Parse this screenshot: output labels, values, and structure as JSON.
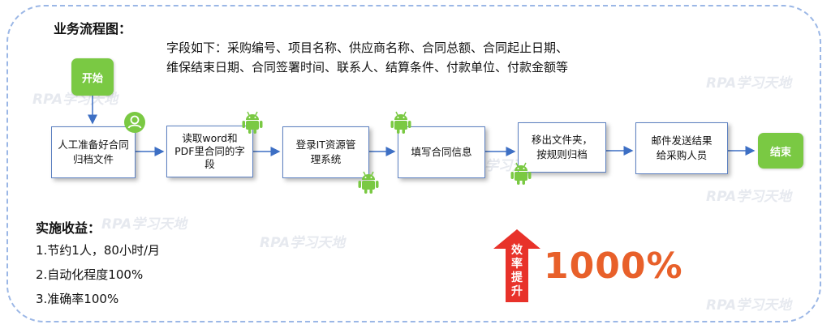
{
  "section_title": "业务流程图：",
  "fields_text": {
    "line1": "字段如下：采购编号、项目名称、供应商名称、合同总额、合同起止日期、",
    "line2": "维保结束日期、合同签署时间、联系人、结算条件、付款单位、付款金额等"
  },
  "flow": {
    "start": "开始",
    "end": "结束",
    "steps": [
      {
        "line1": "人工准备好合同",
        "line2": "归档文件"
      },
      {
        "line1": "读取word和",
        "line2": "PDF里合同的字",
        "line3": "段"
      },
      {
        "line1": "登录IT资源管",
        "line2": "理系统"
      },
      {
        "line1": "填写合同信息"
      },
      {
        "line1": "移出文件夹，",
        "line2": "按规则归档"
      },
      {
        "line1": "邮件发送结果",
        "line2": "给采购人员"
      }
    ]
  },
  "benefits": {
    "title": "实施收益：",
    "items": [
      "1.节约1人，80小时/月",
      "2.自动化程度100%",
      "3.准确率100%"
    ]
  },
  "efficiency": {
    "arrow_label": [
      "效",
      "率",
      "提",
      "升"
    ],
    "value": "1000%"
  },
  "watermark": "RPA学习天地",
  "colors": {
    "arrow_red": "#e8322a",
    "terminal_green": "#7ac943",
    "box_border": "#5b7fc0",
    "highlight_orange": "#e8602a",
    "frame_dash": "#9bb7e6"
  }
}
